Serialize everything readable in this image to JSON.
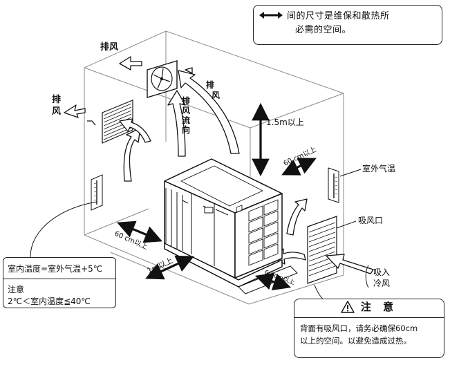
{
  "legend": {
    "icon": "double-arrow-icon",
    "line1": "间的尺寸是维保和散热所",
    "line2": "必需的空间。"
  },
  "labels": {
    "exhaust_top": "排风",
    "exhaust_left_1": "排",
    "exhaust_left_2": "风",
    "exhaust_flow_1": "排",
    "exhaust_flow_2": "风",
    "exhaust_flow_3": "流",
    "exhaust_flow_4": "向",
    "exhaust_right_1": "排",
    "exhaust_right_2": "风",
    "height_clearance": "1.5m以上",
    "side_clearance_right": "60 cm以上",
    "side_clearance_left": "60 cm以上",
    "front_clearance": "1m以上",
    "rear_clearance": "60 cm以上",
    "outdoor_temp": "室外气温",
    "intake_port": "吸风口",
    "intake_cold_1": "吸入",
    "intake_cold_2": "冷风"
  },
  "indoor": {
    "formula": "室内温度=室外气温+5℃",
    "note_title": "注意",
    "note_range": "2℃＜室内温度≦40℃"
  },
  "caution": {
    "icon": "warning-triangle-icon",
    "title": "注 意",
    "line1": "背面有吸风口，请务必确保60cm",
    "line2": "以上的空间。以避免造成过热。"
  }
}
